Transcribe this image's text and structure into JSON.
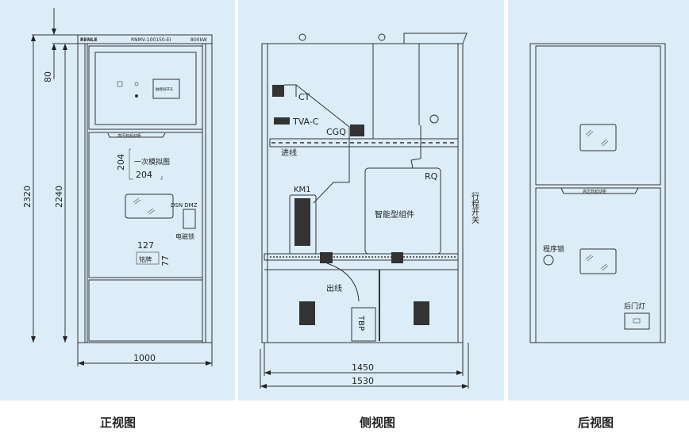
{
  "front": {
    "caption": "正视图",
    "brand": "RENLE",
    "model": "RNMV-100150-EI",
    "power": "800kW",
    "touchscreen_label": "触摸屏开孔",
    "cabinet_tab": "高压软起动柜",
    "mimic_label": "一次模拟图",
    "mimic_w": "204",
    "mimic_h": "204",
    "lock_type": "DSN DMZ",
    "lock_label": "电磁锁",
    "nameplate_label": "铭牌",
    "nameplate_w": "127",
    "nameplate_h": "77",
    "dim_top": "80",
    "dim_total_h": "2320",
    "dim_body_h": "2240",
    "dim_width": "1000"
  },
  "side": {
    "caption": "侧视图",
    "ct": "CT",
    "tva": "TVA-C",
    "cgq": "CGQ",
    "incoming": "进线",
    "km1": "KM1",
    "rq": "RQ",
    "module": "智能型组件",
    "travel_switch": "行程开关",
    "outgoing": "出线",
    "tbp": "TBP",
    "dim_inner": "1450",
    "dim_outer": "1530"
  },
  "rear": {
    "caption": "后视图",
    "cabinet_tab": "高压软起动柜",
    "program_lock": "程序锁",
    "rear_light": "后门灯"
  }
}
